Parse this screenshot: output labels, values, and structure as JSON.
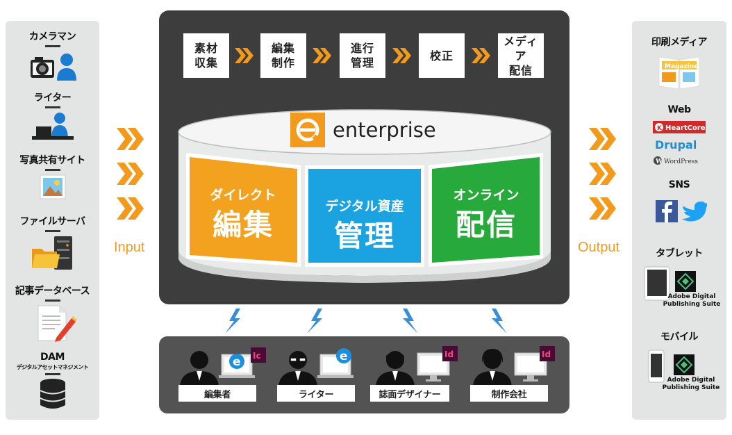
{
  "sources": [
    {
      "label": "カメラマン",
      "icon": "photographer-icon"
    },
    {
      "label": "ライター",
      "icon": "writer-icon"
    },
    {
      "label": "写真共有サイト",
      "icon": "photo-icon"
    },
    {
      "label": "ファイルサーバ",
      "icon": "file-server-icon"
    },
    {
      "label": "記事データベース",
      "icon": "article-document-icon"
    },
    {
      "label": "DAM",
      "sub": "デジタルアセットマネジメント",
      "icon": "database-icon"
    }
  ],
  "outputs": [
    {
      "label": "印刷メディア",
      "icon": "magazine-icon",
      "icon_text": "Magazine"
    },
    {
      "label": "Web",
      "logos": [
        "HeartCore",
        "Drupal",
        "WordPress"
      ]
    },
    {
      "label": "SNS",
      "icons": [
        "facebook-icon",
        "twitter-icon"
      ]
    },
    {
      "label": "タブレット",
      "icon": "tablet-icon",
      "caption": "Adobe Digital\nPublishing Suite"
    },
    {
      "label": "モバイル",
      "icon": "mobile-icon",
      "caption": "Adobe Digital\nPublishing Suite"
    }
  ],
  "flow": {
    "input": "Input",
    "output": "Output"
  },
  "workflow_steps": [
    "素材\n収集",
    "編集\n制作",
    "進行\n管理",
    "校正",
    "メディア\n配信"
  ],
  "brand": {
    "name": "enterprise",
    "logo_letter": "e"
  },
  "features": [
    {
      "small": "ダイレクト",
      "big": "編集",
      "color": "#f3a21f"
    },
    {
      "small": "デジタル資産",
      "big": "管理",
      "color": "#1aa3e0"
    },
    {
      "small": "オンライン",
      "big": "配信",
      "color": "#27a93c"
    }
  ],
  "users": [
    {
      "label": "編集者",
      "app": "Ic"
    },
    {
      "label": "ライター",
      "app": ""
    },
    {
      "label": "誌面デザイナー",
      "app": "Id"
    },
    {
      "label": "制作会社",
      "app": "Id"
    }
  ],
  "colors": {
    "accent": "#f29a1e",
    "panel_dark": "#3d3d3d",
    "panel_users": "#535353",
    "side_panel": "#e3e4e4",
    "lightning": "#3b8ed6",
    "indesign": "#4b0a35",
    "indesign_text": "#f2497d"
  }
}
